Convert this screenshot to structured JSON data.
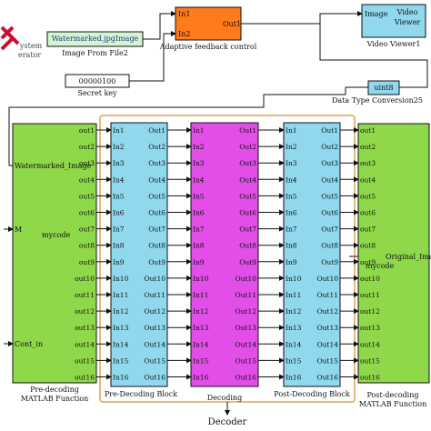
{
  "colors": {
    "green_block": "#8fd84a",
    "cyan_block": "#8fd8ee",
    "magenta_block": "#e14ee8",
    "orange_block": "#ff7a1a",
    "subsystem_border": "#e0a050",
    "logo_red": "#c8102e"
  },
  "top": {
    "logo_text_1": "ystem",
    "logo_text_2": "erator",
    "image_from_file": {
      "value": "Watermarked.jpgImage",
      "caption": "Image From File2"
    },
    "secret_key": {
      "value": "00000100",
      "caption": "Secret key"
    },
    "adaptive": {
      "in1": "In1",
      "in2": "In2",
      "out1": "Out1",
      "caption": "Adaptive feedback control"
    },
    "video_viewer": {
      "port": "Image",
      "title_1": "Video",
      "title_2": "Viewer",
      "caption": "Video Viewer1"
    },
    "convert": {
      "value": "uint8",
      "caption": "Data Type Conversion25"
    }
  },
  "pre_fn": {
    "inputs": [
      "Watermarked_Image",
      "M",
      "Cont_in"
    ],
    "center": "mycode",
    "caption_1": "Pre-decoding",
    "caption_2": "MATLAB Function"
  },
  "post_fn": {
    "output": "Original_Image",
    "center": "mycode",
    "caption_1": "Post-decoding",
    "caption_2": "MATLAB Function"
  },
  "pre_block": {
    "caption": "Pre-Decoding Block"
  },
  "decoding": {
    "caption": "Decoding"
  },
  "post_block": {
    "caption": "Post-Decoding Block"
  },
  "decoder": {
    "caption": "Decoder"
  },
  "ports": {
    "in": [
      "In1",
      "In2",
      "In3",
      "In4",
      "In5",
      "In6",
      "In7",
      "In8",
      "In9",
      "In10",
      "In11",
      "In12",
      "In13",
      "In14",
      "In15",
      "In16"
    ],
    "out": [
      "Out1",
      "Out2",
      "Out3",
      "Out4",
      "Out5",
      "Out6",
      "Out7",
      "Out8",
      "Out9",
      "Out10",
      "Out11",
      "Out12",
      "Out13",
      "Out14",
      "Out15",
      "Out16"
    ],
    "signal": [
      "out1",
      "out2",
      "out3",
      "out4",
      "out5",
      "out6",
      "out7",
      "out8",
      "out9",
      "out10",
      "out11",
      "out12",
      "out13",
      "out14",
      "out15",
      "out16"
    ]
  }
}
